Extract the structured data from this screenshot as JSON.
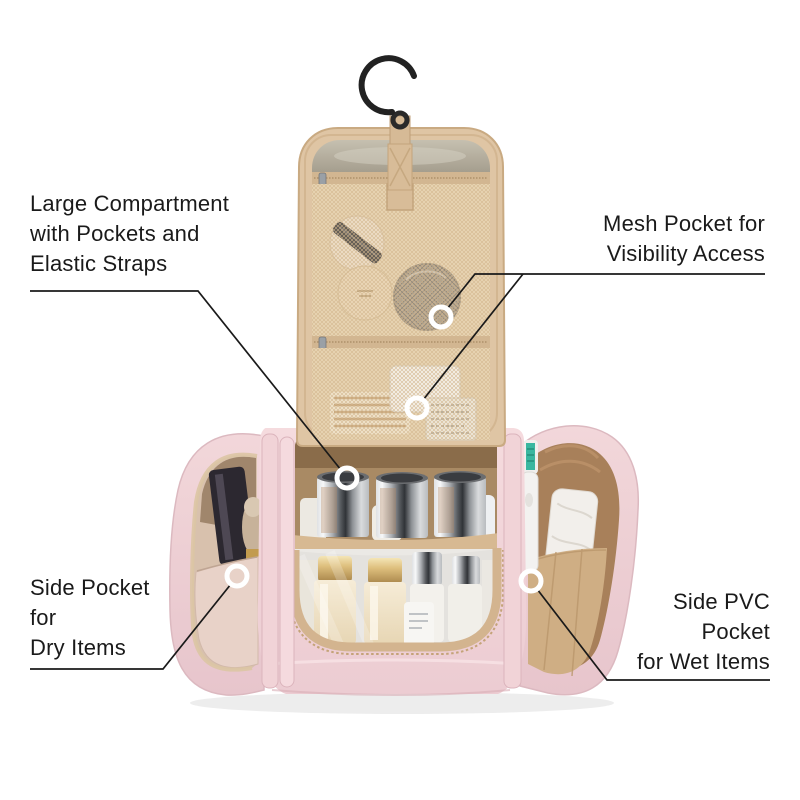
{
  "annotations": {
    "large_compartment": {
      "line1": "Large Compartment",
      "line2": "with Pockets and",
      "line3": "Elastic Straps"
    },
    "mesh_pocket": {
      "line1": "Mesh Pocket for",
      "line2": "Visibility Access"
    },
    "dry_pocket": {
      "line1": "Side Pocket",
      "line2": "for",
      "line3": "Dry Items"
    },
    "wet_pocket": {
      "line1": "Side PVC",
      "line2": "Pocket",
      "line3": "for Wet Items"
    }
  },
  "product": {
    "kind": "hanging toiletry bag with hook, opened",
    "parts": [
      "hanging-hook",
      "top-flap",
      "upper-mesh-pocket",
      "lower-mesh-pocket",
      "main-compartment",
      "left-side-pocket",
      "right-side-pvc-pocket"
    ]
  },
  "colors": {
    "background": "#ffffff",
    "annotation_ink": "#1a1a1a",
    "marker_ring": "#ffffff",
    "bag_pink": "#f2d7da",
    "bag_pink_shade": "#ddb4bc",
    "flap_beige": "#dfc5a4",
    "mesh_beige": "#e9d6b5",
    "trim_tan": "#d3b48f",
    "interior_tan": "#a98a64",
    "pocket_tan": "#cfae84",
    "hook_black": "#222222"
  }
}
